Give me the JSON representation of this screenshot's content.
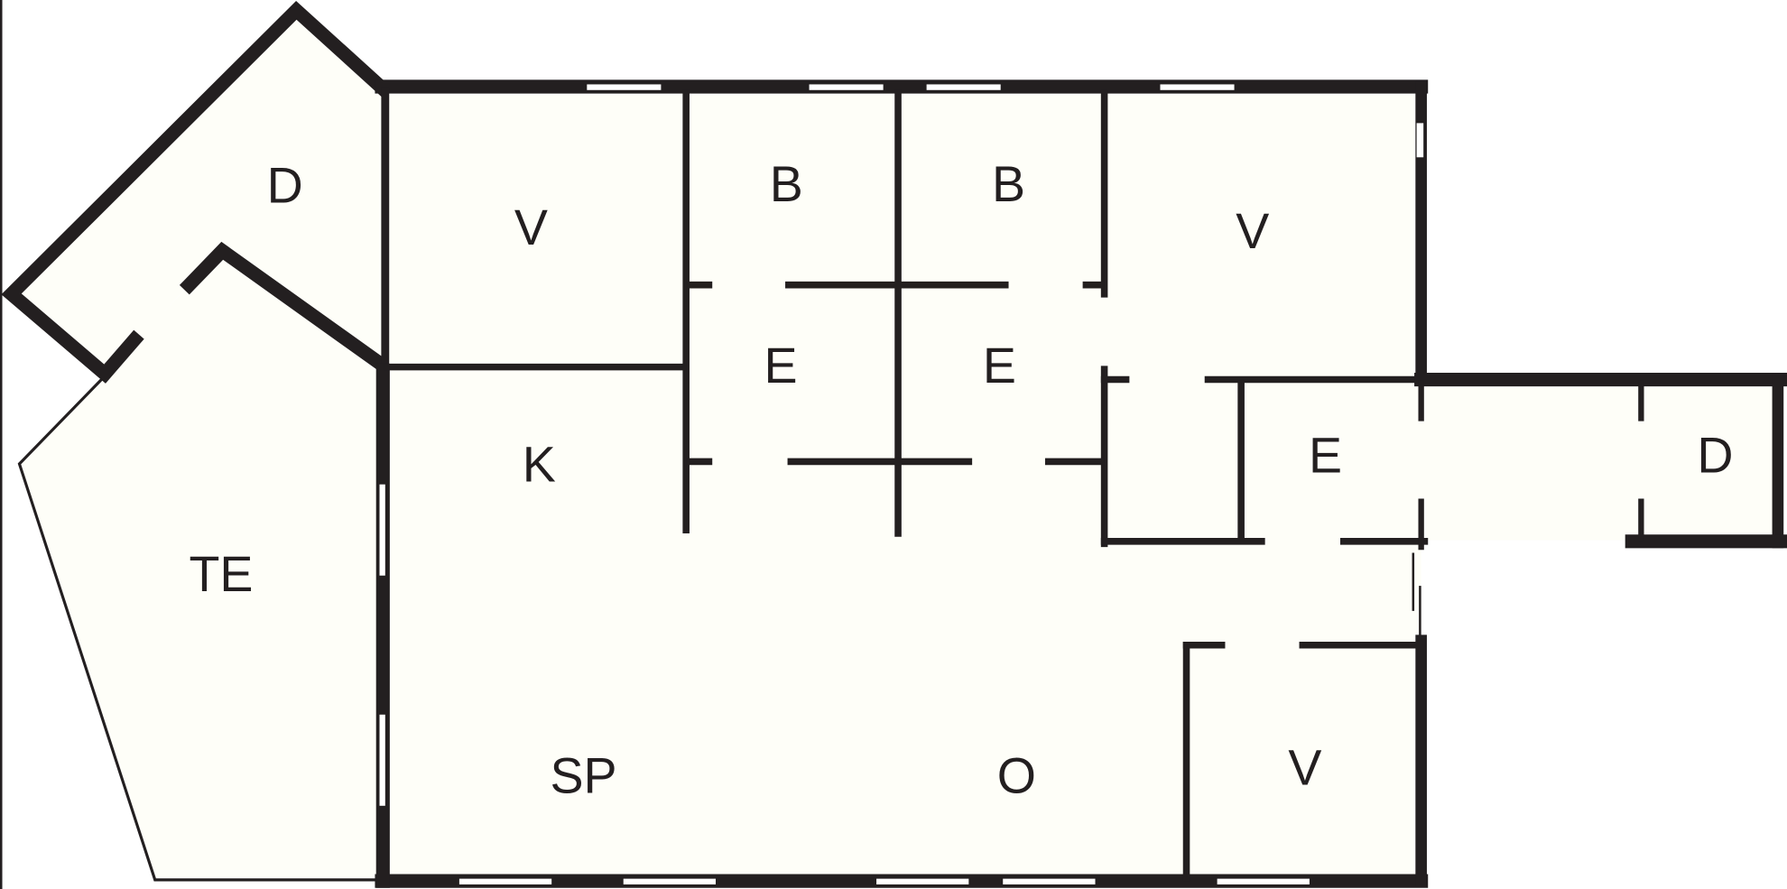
{
  "floorplan": {
    "colors": {
      "wall": "#231f20",
      "room_fill": "#fefef8"
    },
    "rooms": [
      {
        "id": "d-wing",
        "label": "D"
      },
      {
        "id": "v-top-left",
        "label": "V"
      },
      {
        "id": "b-1",
        "label": "B"
      },
      {
        "id": "b-2",
        "label": "B"
      },
      {
        "id": "v-top-right",
        "label": "V"
      },
      {
        "id": "e-1",
        "label": "E"
      },
      {
        "id": "e-2",
        "label": "E"
      },
      {
        "id": "e-3",
        "label": "E"
      },
      {
        "id": "d-annex",
        "label": "D"
      },
      {
        "id": "k",
        "label": "K"
      },
      {
        "id": "te",
        "label": "TE"
      },
      {
        "id": "sp",
        "label": "SP"
      },
      {
        "id": "o",
        "label": "O"
      },
      {
        "id": "v-bottom-right",
        "label": "V"
      }
    ]
  }
}
